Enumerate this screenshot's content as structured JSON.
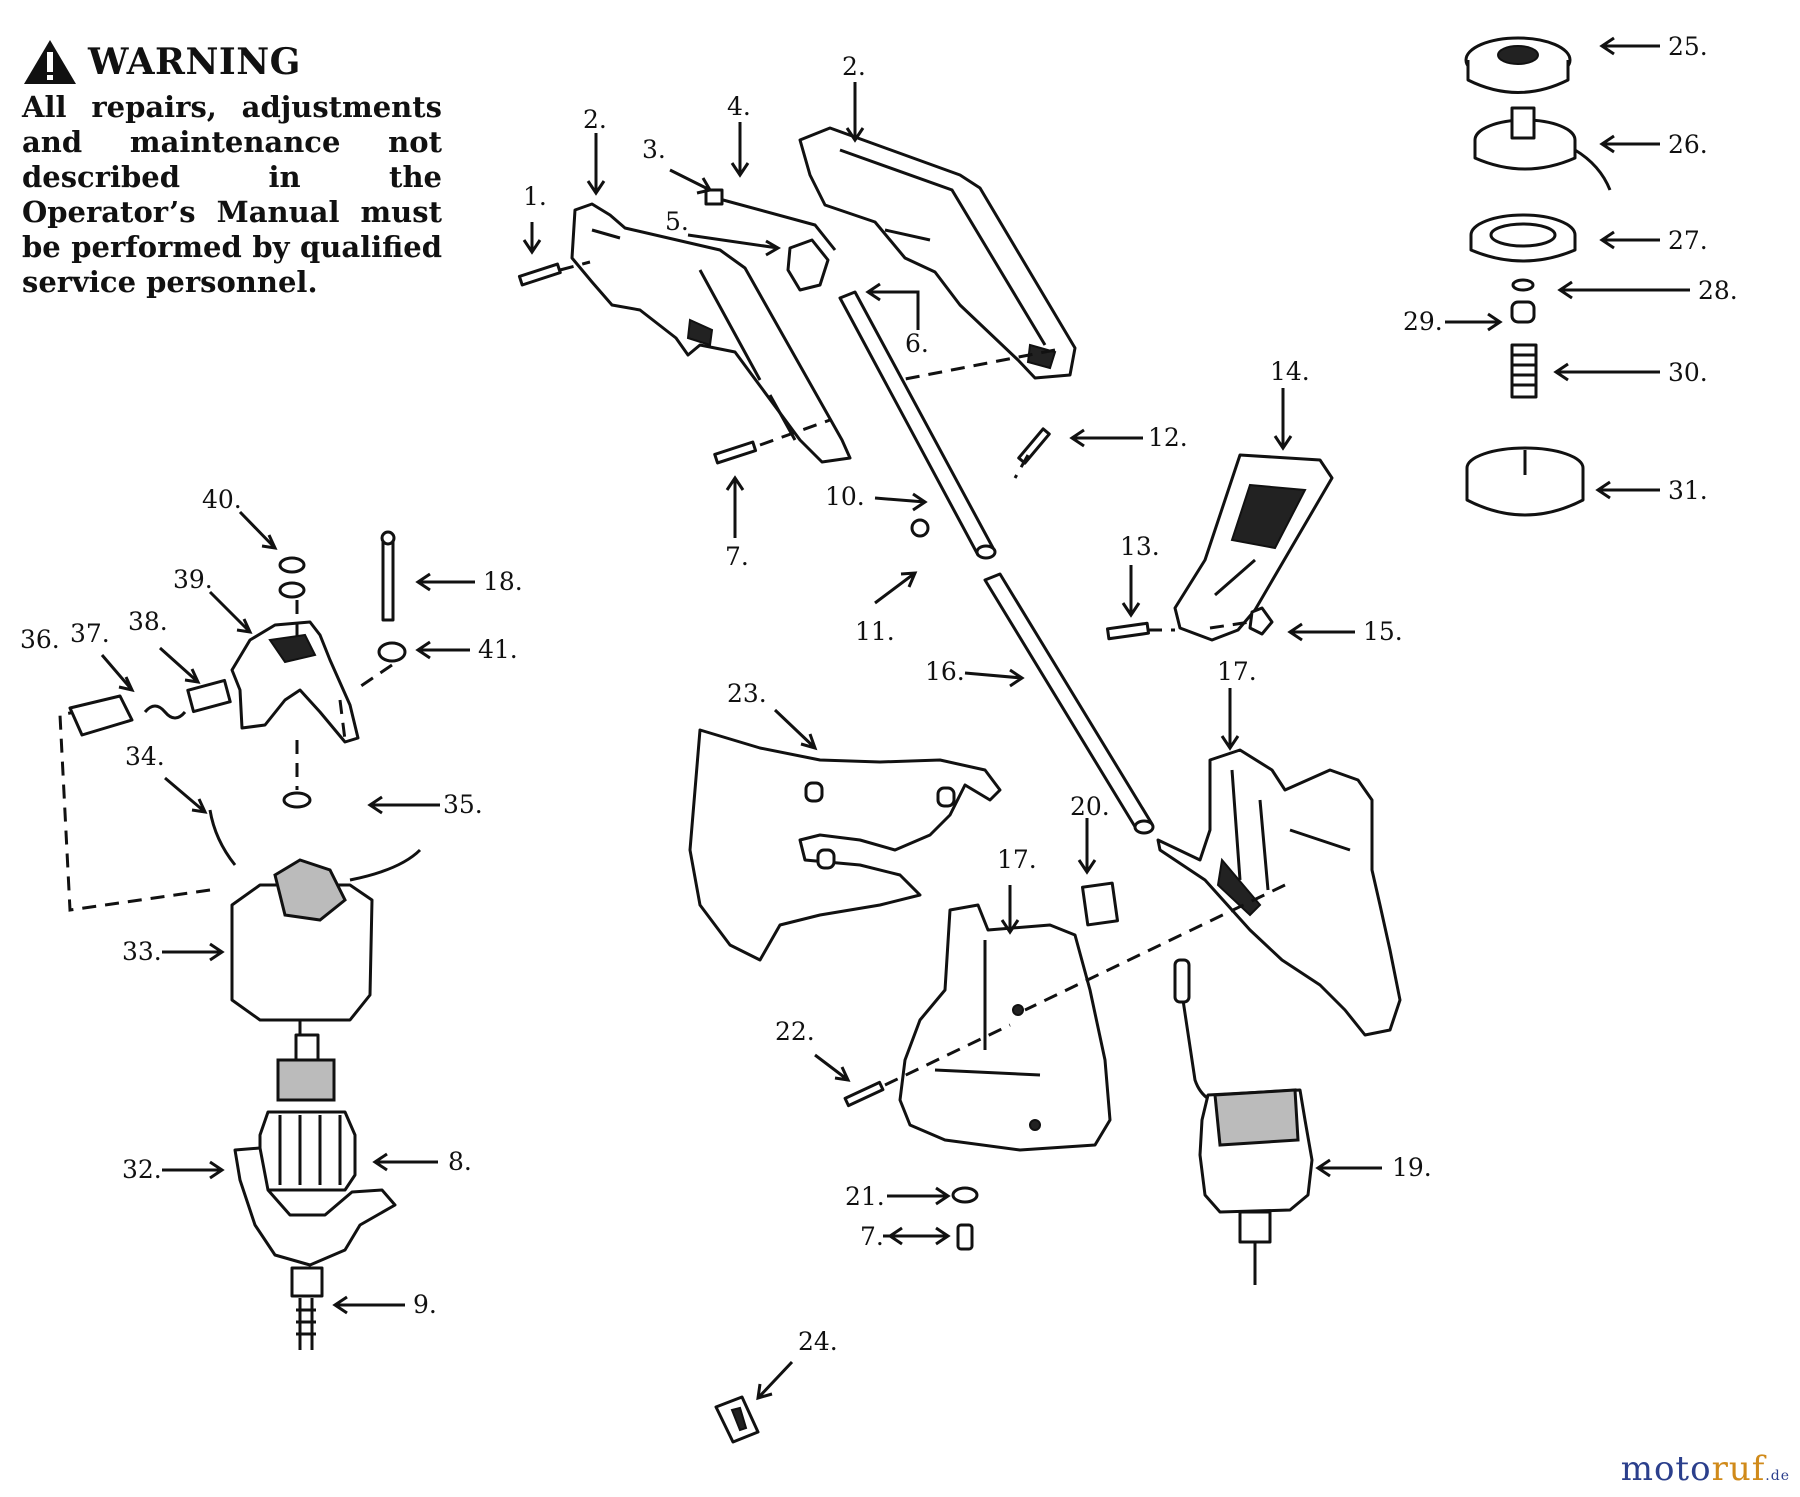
{
  "warning": {
    "title": "WARNING",
    "icon": "warning-triangle-icon",
    "text": "All repairs, adjustments and maintenance not described in the Operator’s Manual must be performed by qualified service personnel."
  },
  "labels": [
    "1.",
    "2.",
    "2.",
    "3.",
    "4.",
    "5.",
    "6.",
    "7.",
    "7.",
    "8.",
    "9.",
    "10.",
    "11.",
    "12.",
    "13.",
    "14.",
    "15.",
    "16.",
    "17.",
    "17.",
    "18.",
    "19.",
    "20.",
    "21.",
    "22.",
    "23.",
    "24.",
    "25.",
    "26.",
    "27.",
    "28.",
    "29.",
    "30.",
    "31.",
    "32.",
    "33.",
    "34.",
    "35.",
    "36.",
    "37.",
    "38.",
    "39.",
    "40.",
    "41."
  ],
  "watermark": {
    "part1": "moto",
    "part2": "ruf",
    "tld": ".de"
  },
  "colors": {
    "ink": "#111111",
    "brand_blue": "#2b3f8c",
    "brand_orange": "#d08a1a"
  }
}
